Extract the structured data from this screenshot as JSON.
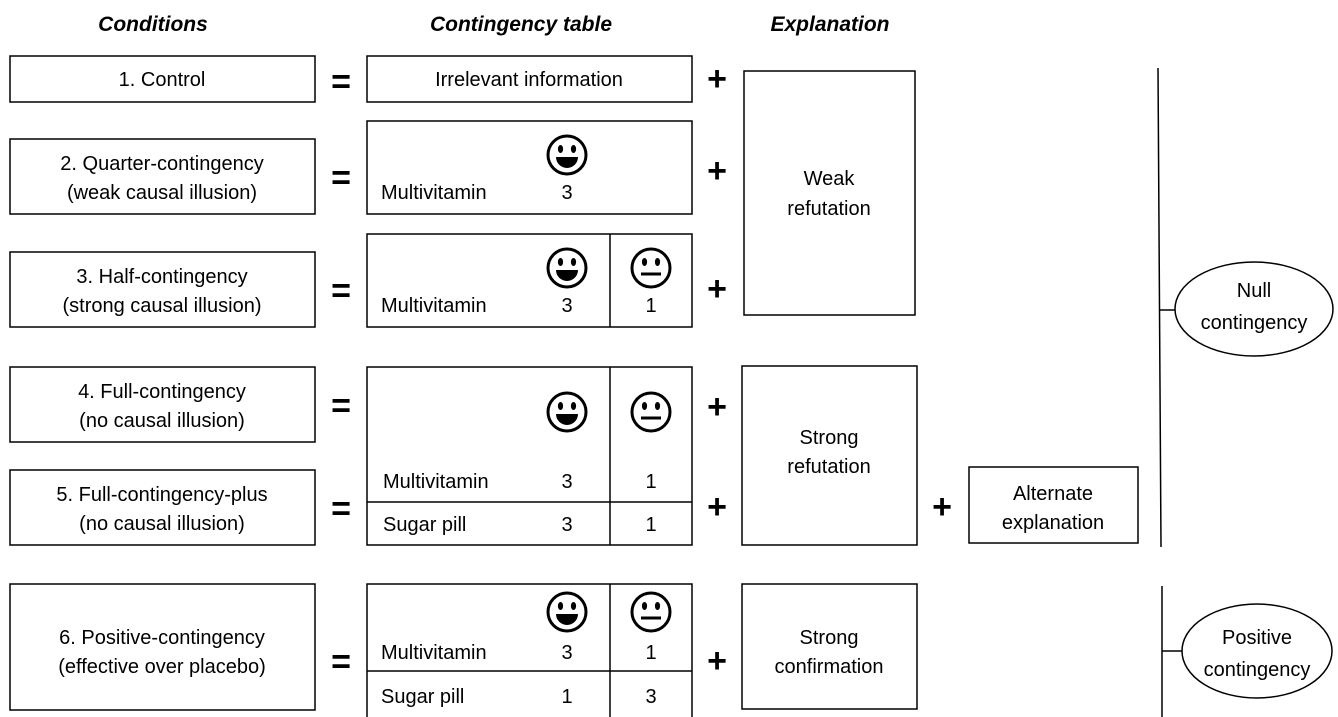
{
  "headers": {
    "conditions": "Conditions",
    "contingency_table": "Contingency table",
    "explanation": "Explanation"
  },
  "conditions": [
    {
      "line1": "1. Control",
      "line2": ""
    },
    {
      "line1": "2. Quarter-contingency",
      "line2": "(weak causal illusion)"
    },
    {
      "line1": "3. Half-contingency",
      "line2": "(strong causal illusion)"
    },
    {
      "line1": "4. Full-contingency",
      "line2": "(no causal illusion)"
    },
    {
      "line1": "5. Full-contingency-plus",
      "line2": "(no causal illusion)"
    },
    {
      "line1": "6. Positive-contingency",
      "line2": "(effective over placebo)"
    }
  ],
  "operators": {
    "equals": "=",
    "plus": "+"
  },
  "tables": {
    "control_text": "Irrelevant information",
    "treatment_label": "Multivitamin",
    "placebo_label": "Sugar pill",
    "quarter": {
      "multivitamin_happy": "3"
    },
    "half": {
      "multivitamin_happy": "3",
      "multivitamin_neutral": "1"
    },
    "full": {
      "multivitamin_happy": "3",
      "multivitamin_neutral": "1",
      "sugar_happy": "3",
      "sugar_neutral": "1"
    },
    "positive": {
      "multivitamin_happy": "3",
      "multivitamin_neutral": "1",
      "sugar_happy": "1",
      "sugar_neutral": "3"
    }
  },
  "explanations": {
    "weak": {
      "line1": "Weak",
      "line2": "refutation"
    },
    "strong": {
      "line1": "Strong",
      "line2": "refutation"
    },
    "alternate": {
      "line1": "Alternate",
      "line2": "explanation"
    },
    "confirmation": {
      "line1": "Strong",
      "line2": "confirmation"
    }
  },
  "groups": {
    "null": {
      "line1": "Null",
      "line2": "contingency"
    },
    "positive": {
      "line1": "Positive",
      "line2": "contingency"
    }
  },
  "icons": {
    "happy": "happy-face-icon",
    "neutral": "neutral-face-icon"
  }
}
